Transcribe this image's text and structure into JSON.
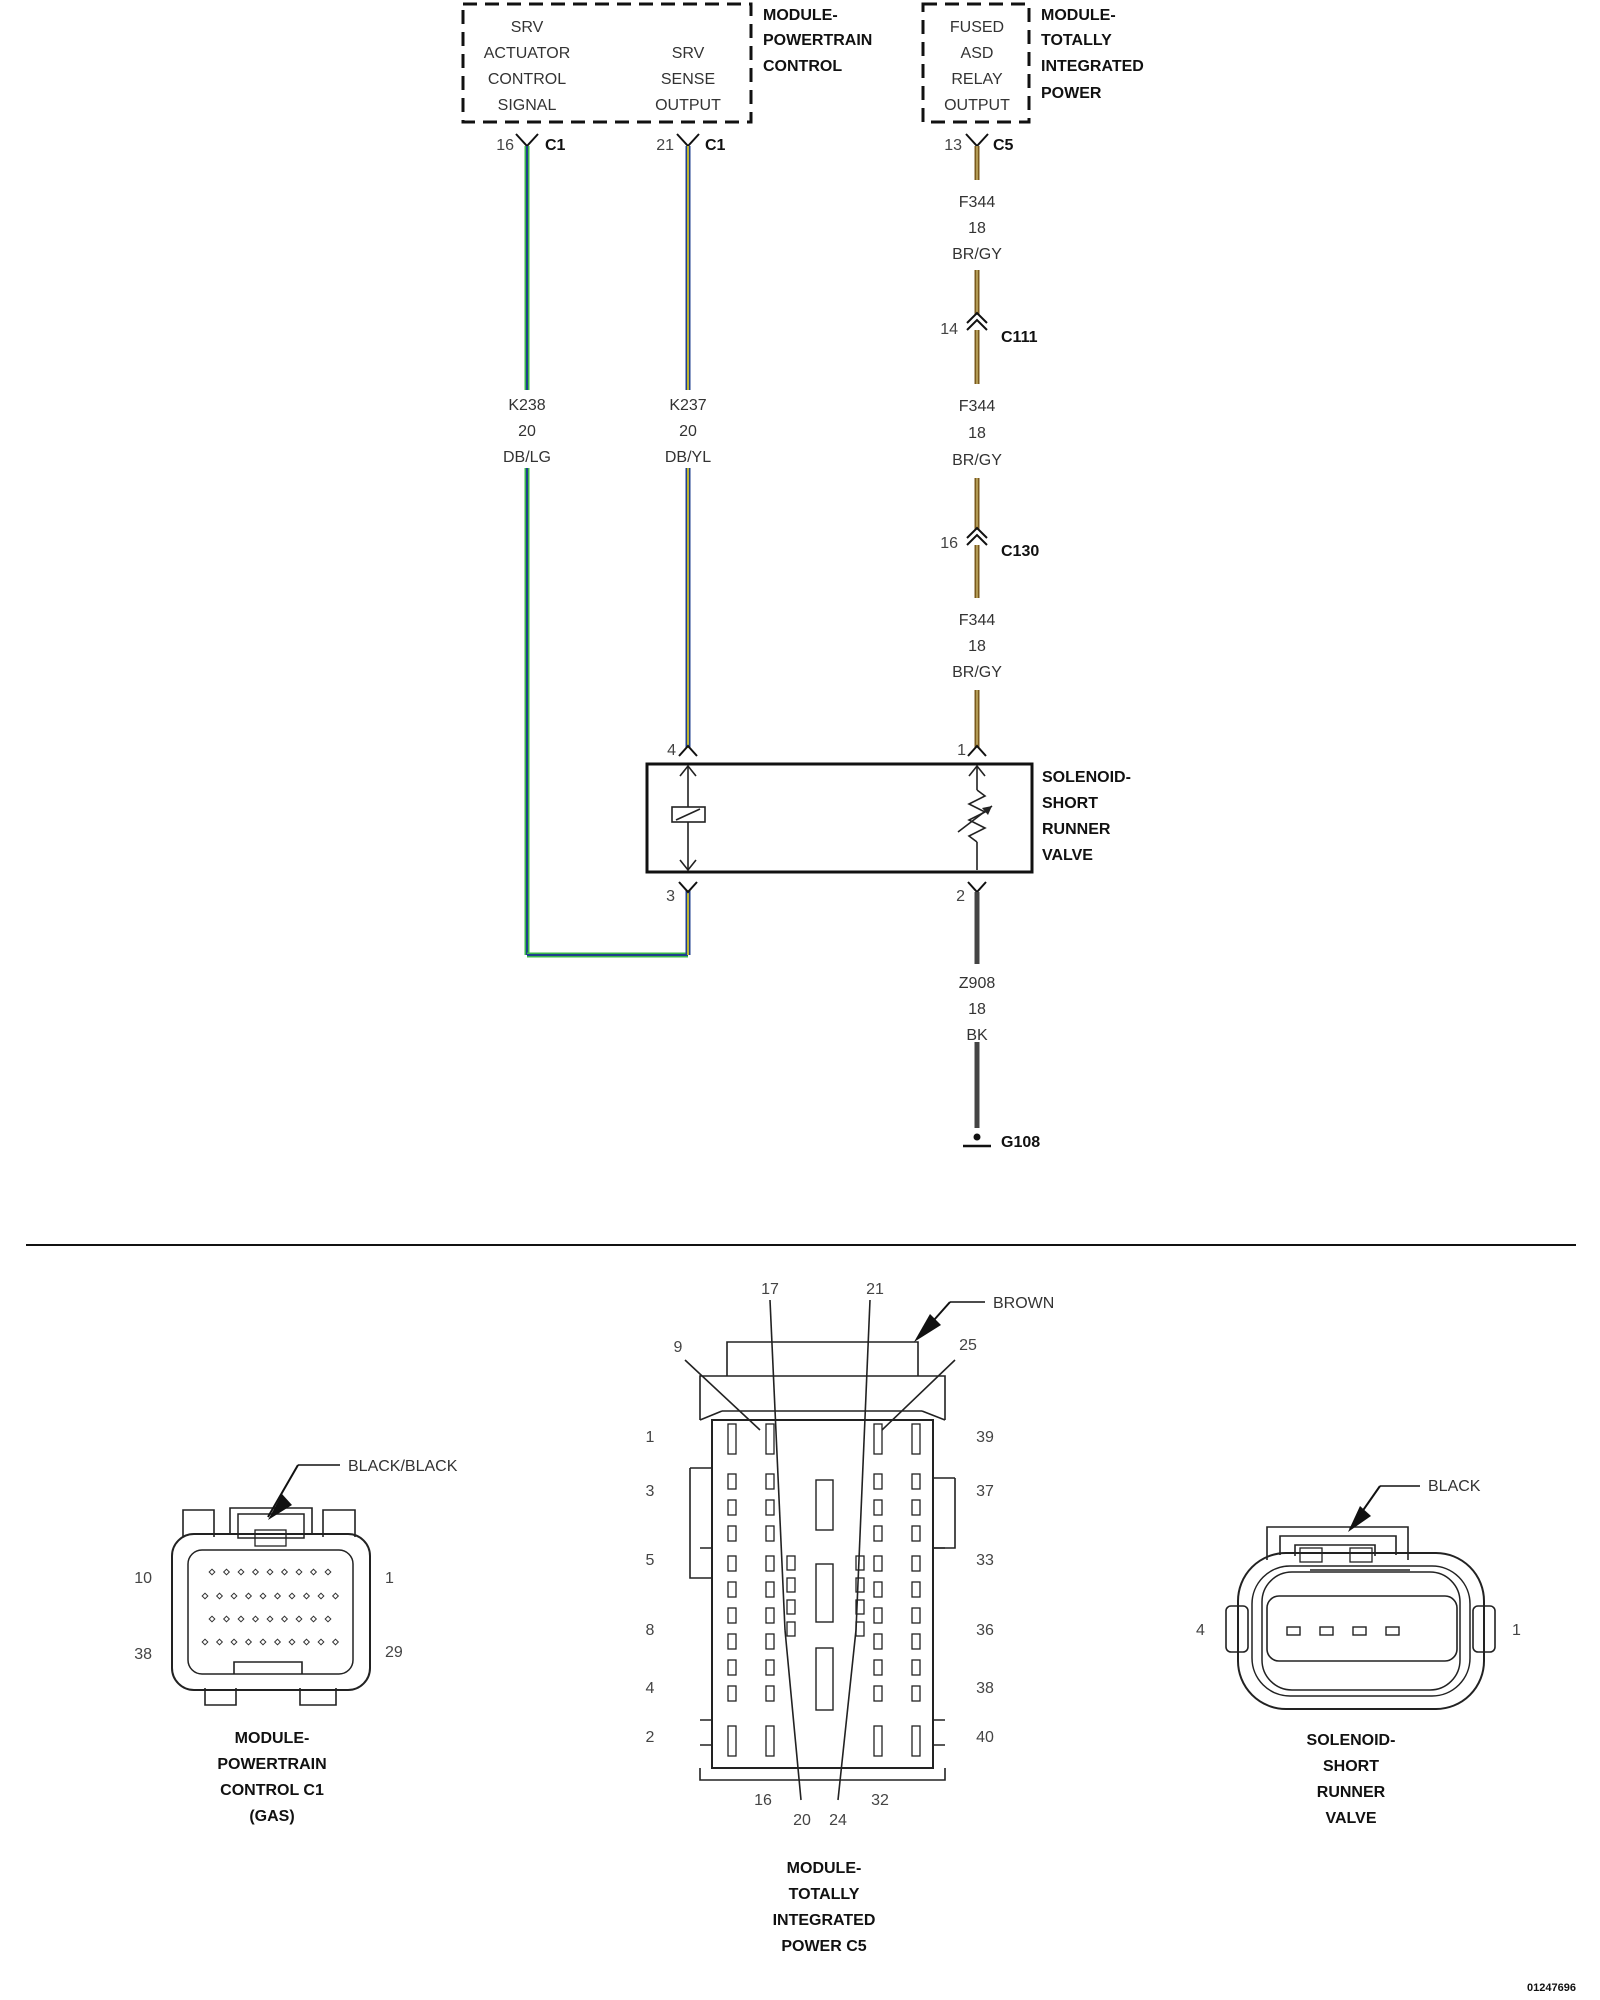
{
  "modules": {
    "pcm": {
      "labels": [
        "MODULE-",
        "POWERTRAIN",
        "CONTROL"
      ],
      "srv_actuator": [
        "SRV",
        "ACTUATOR",
        "CONTROL",
        "SIGNAL"
      ],
      "srv_sense": [
        "SRV",
        "SENSE",
        "OUTPUT"
      ]
    },
    "tipm": {
      "labels": [
        "MODULE-",
        "TOTALLY",
        "INTEGRATED",
        "POWER"
      ],
      "fused": [
        "FUSED",
        "ASD",
        "RELAY",
        "OUTPUT"
      ]
    }
  },
  "pins": {
    "p16": "16",
    "c1a": "C1",
    "p21": "21",
    "c1b": "C1",
    "p13": "13",
    "c5": "C5",
    "p14": "14",
    "c111": "C111",
    "p16b": "16",
    "c130": "C130",
    "p4": "4",
    "p1": "1",
    "p3": "3",
    "p2": "2"
  },
  "wires": {
    "k238": [
      "K238",
      "20",
      "DB/LG"
    ],
    "k237": [
      "K237",
      "20",
      "DB/YL"
    ],
    "f344a": [
      "F344",
      "18",
      "BR/GY"
    ],
    "f344b": [
      "F344",
      "18",
      "BR/GY"
    ],
    "f344c": [
      "F344",
      "18",
      "BR/GY"
    ],
    "z908": [
      "Z908",
      "18",
      "BK"
    ]
  },
  "ground": "G108",
  "solenoid": [
    "SOLENOID-",
    "SHORT",
    "RUNNER",
    "VALVE"
  ],
  "connectors": {
    "pcm_c1": {
      "color": "BLACK/BLACK",
      "pins": {
        "tl": "10",
        "tr": "1",
        "bl": "38",
        "br": "29"
      },
      "caption": [
        "MODULE-",
        "POWERTRAIN",
        "CONTROL C1",
        "(GAS)"
      ]
    },
    "tipm_c5": {
      "color": "BROWN",
      "top_pins": {
        "a": "17",
        "b": "21",
        "c": "9",
        "d": "25"
      },
      "left_pins": [
        "1",
        "3",
        "5",
        "8",
        "4",
        "2"
      ],
      "right_pins": [
        "39",
        "37",
        "33",
        "36",
        "38",
        "40"
      ],
      "bottom_pins": {
        "a": "16",
        "b": "20",
        "c": "24",
        "d": "32"
      },
      "caption": [
        "MODULE-",
        "TOTALLY",
        "INTEGRATED",
        "POWER C5"
      ]
    },
    "srv": {
      "color": "BLACK",
      "pins": {
        "left": "4",
        "right": "1"
      },
      "caption": [
        "SOLENOID-",
        "SHORT",
        "RUNNER",
        "VALVE"
      ]
    }
  },
  "doc_id": "01247696",
  "colors": {
    "dark_blue": "#1f3f8f",
    "light_green": "#3cb84a",
    "yellow": "#e6d319",
    "brown": "#7a5a1e",
    "gray": "#9a9a9a",
    "black": "#333333"
  }
}
